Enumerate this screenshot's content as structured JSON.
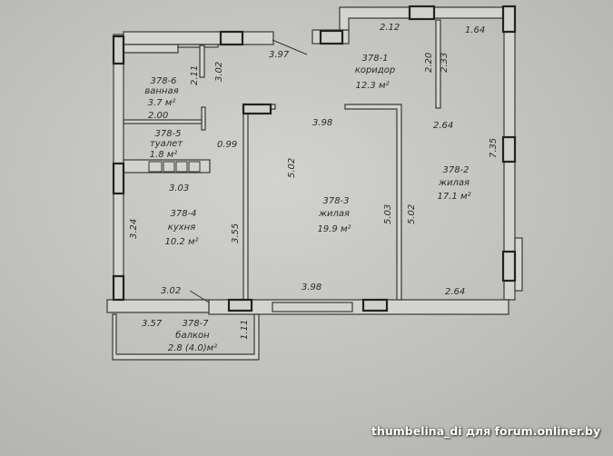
{
  "rooms": [
    {
      "id": "378-1",
      "name": "коридор",
      "area": "12.3 м²"
    },
    {
      "id": "378-2",
      "name": "жилая",
      "area": "17.1 м²"
    },
    {
      "id": "378-3",
      "name": "жилая",
      "area": "19.9 м²"
    },
    {
      "id": "378-4",
      "name": "кухня",
      "area": "10.2 м²"
    },
    {
      "id": "378-5",
      "name": "туалет",
      "area": "1.8 м²"
    },
    {
      "id": "378-6",
      "name": "ванная",
      "area": "3.7 м²"
    },
    {
      "id": "378-7",
      "name": "балкон",
      "area": "2.8 (4.0)м²"
    }
  ],
  "dimensions": [
    "2.12",
    "1.64",
    "3.97",
    "2.11",
    "3.02",
    "2.20",
    "2.33",
    "3.98",
    "2.64",
    "2.00",
    "0.99",
    "5.02",
    "7.35",
    "3.03",
    "5.03",
    "5.02",
    "3.24",
    "3.55",
    "3.98",
    "3.02",
    "2.64",
    "3.57",
    "1.11"
  ],
  "watermark": "thumbelina_di для forum.onliner.by",
  "colors": {
    "paper": "#c8c8c4",
    "wall_outline": "#3a3a3a",
    "window_outline": "#222222",
    "watermark": "#ffffff"
  }
}
